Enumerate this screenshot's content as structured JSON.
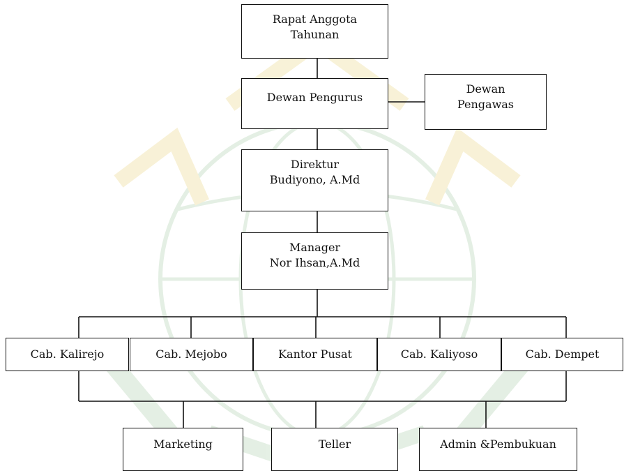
{
  "chart": {
    "root": {
      "line1": "Rapat Anggota",
      "line2": "Tahunan"
    },
    "board": {
      "label": "Dewan Pengurus"
    },
    "supervisory": {
      "line1": "Dewan",
      "line2": "Pengawas"
    },
    "director": {
      "line1": "Direktur",
      "line2": "Budiyono, A.Md"
    },
    "manager": {
      "line1": "Manager",
      "line2": "Nor Ihsan,A.Md"
    },
    "branches": [
      {
        "label": "Cab. Kalirejo"
      },
      {
        "label": "Cab. Mejobo"
      },
      {
        "label": "Kantor Pusat"
      },
      {
        "label": "Cab. Kaliyoso"
      },
      {
        "label": "Cab. Dempet"
      }
    ],
    "units": [
      {
        "label": "Marketing"
      },
      {
        "label": "Teller"
      },
      {
        "label": "Admin &Pembukuan"
      }
    ]
  },
  "colors": {
    "line": "#111111",
    "watermark": "#cfe3cf",
    "watermark_accent": "#f3e7b8"
  }
}
